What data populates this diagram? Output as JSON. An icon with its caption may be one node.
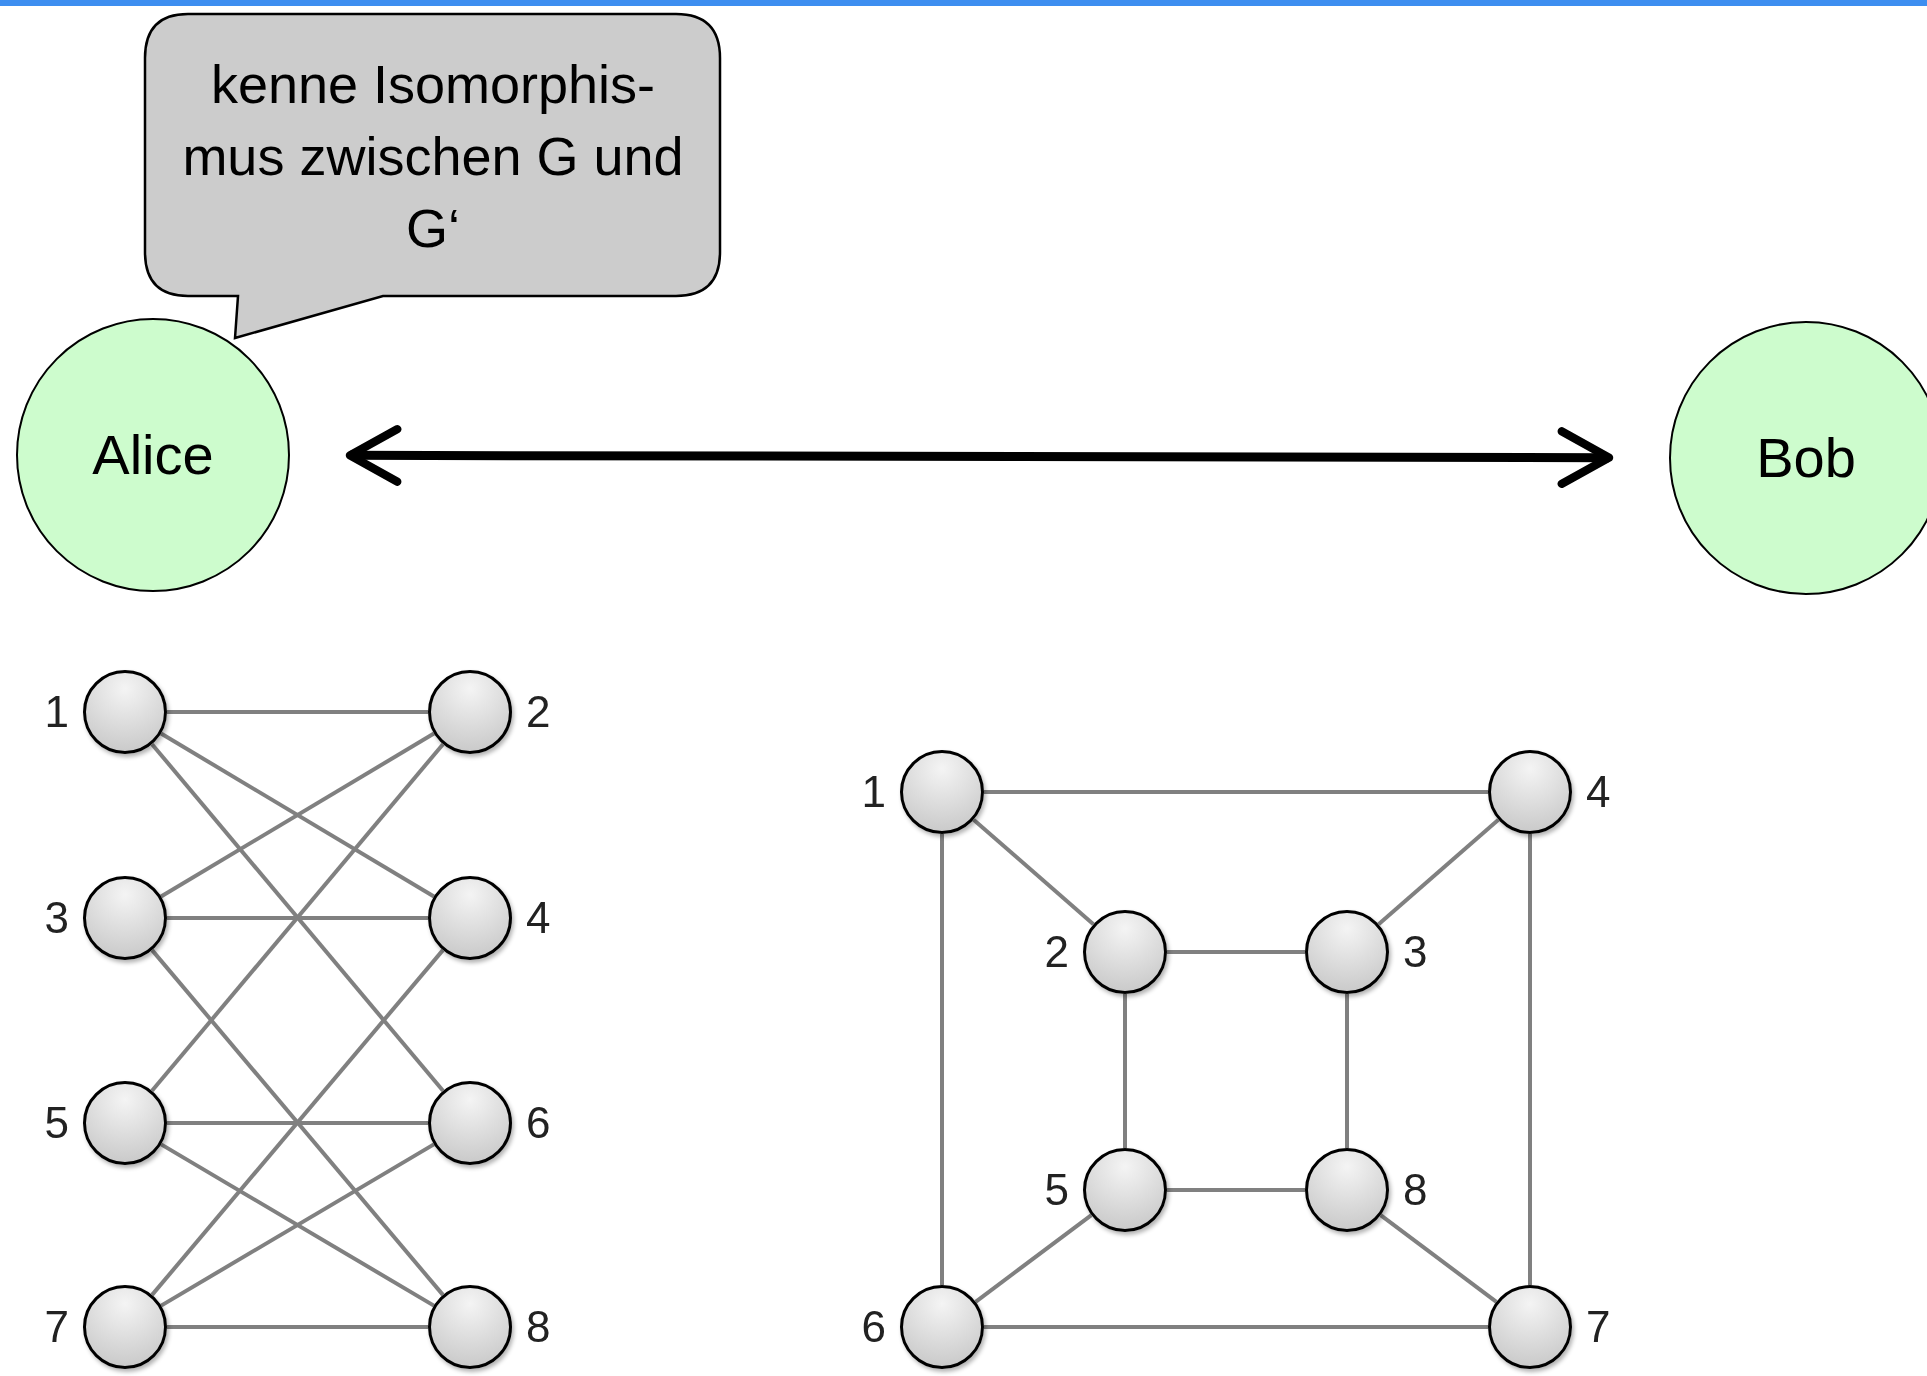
{
  "diagram": {
    "nodes": [
      {
        "text": [
          "kenne Isomorphis- mus zwischen G und G‘"
        ]
      },
      {
        "text": [
          "Alice"
        ]
      },
      {
        "text": [
          "Bob"
        ]
      },
      {
        "text": [],
        "shape": "circle",
        "beside": [
          "1"
        ]
      },
      {
        "text": [],
        "shape": "circle",
        "beside": [
          "2"
        ]
      },
      {
        "text": [],
        "shape": "circle",
        "beside": [
          "3"
        ]
      },
      {
        "text": [],
        "shape": "circle",
        "beside": [
          "4"
        ]
      },
      {
        "text": [],
        "shape": "circle",
        "beside": [
          "5"
        ]
      },
      {
        "text": [],
        "shape": "circle",
        "beside": [
          "6"
        ]
      },
      {
        "text": [],
        "shape": "circle",
        "beside": [
          "7"
        ]
      },
      {
        "text": [],
        "shape": "circle",
        "beside": [
          "8"
        ]
      },
      {
        "text": [],
        "shape": "circle",
        "beside": [
          "1"
        ]
      },
      {
        "text": [],
        "shape": "circle",
        "beside": [
          "2"
        ]
      },
      {
        "text": [],
        "shape": "circle",
        "beside": [
          "3"
        ]
      },
      {
        "text": [],
        "shape": "circle",
        "beside": [
          "4"
        ]
      },
      {
        "text": [],
        "shape": "circle",
        "beside": [
          "5"
        ]
      },
      {
        "text": [],
        "shape": "circle",
        "beside": [
          "6"
        ]
      },
      {
        "text": [],
        "shape": "circle",
        "beside": [
          "7"
        ]
      },
      {
        "text": [],
        "shape": "circle",
        "beside": [
          "8"
        ]
      }
    ],
    "edges": [
      {
        "from": 1,
        "to": 2,
        "arrow": "both",
        "style": "thick",
        "color": "#000000"
      },
      {
        "from": 3,
        "to": 4,
        "arrow": "none"
      },
      {
        "from": 3,
        "to": 6,
        "arrow": "none"
      },
      {
        "from": 3,
        "to": 8,
        "arrow": "none"
      },
      {
        "from": 5,
        "to": 4,
        "arrow": "none"
      },
      {
        "from": 5,
        "to": 6,
        "arrow": "none"
      },
      {
        "from": 5,
        "to": 10,
        "arrow": "none"
      },
      {
        "from": 7,
        "to": 4,
        "arrow": "none"
      },
      {
        "from": 7,
        "to": 8,
        "arrow": "none"
      },
      {
        "from": 7,
        "to": 10,
        "arrow": "none"
      },
      {
        "from": 9,
        "to": 6,
        "arrow": "none"
      },
      {
        "from": 9,
        "to": 8,
        "arrow": "none"
      },
      {
        "from": 9,
        "to": 10,
        "arrow": "none"
      },
      {
        "from": 11,
        "to": 14,
        "arrow": "none"
      },
      {
        "from": 11,
        "to": 12,
        "arrow": "none"
      },
      {
        "from": 11,
        "to": 16,
        "arrow": "none"
      },
      {
        "from": 14,
        "to": 13,
        "arrow": "none"
      },
      {
        "from": 14,
        "to": 17,
        "arrow": "none"
      },
      {
        "from": 12,
        "to": 13,
        "arrow": "none"
      },
      {
        "from": 12,
        "to": 15,
        "arrow": "none"
      },
      {
        "from": 13,
        "to": 18,
        "arrow": "none"
      },
      {
        "from": 15,
        "to": 18,
        "arrow": "none"
      },
      {
        "from": 15,
        "to": 16,
        "arrow": "none"
      },
      {
        "from": 18,
        "to": 17,
        "arrow": "none"
      },
      {
        "from": 16,
        "to": 17,
        "arrow": "none"
      }
    ]
  }
}
